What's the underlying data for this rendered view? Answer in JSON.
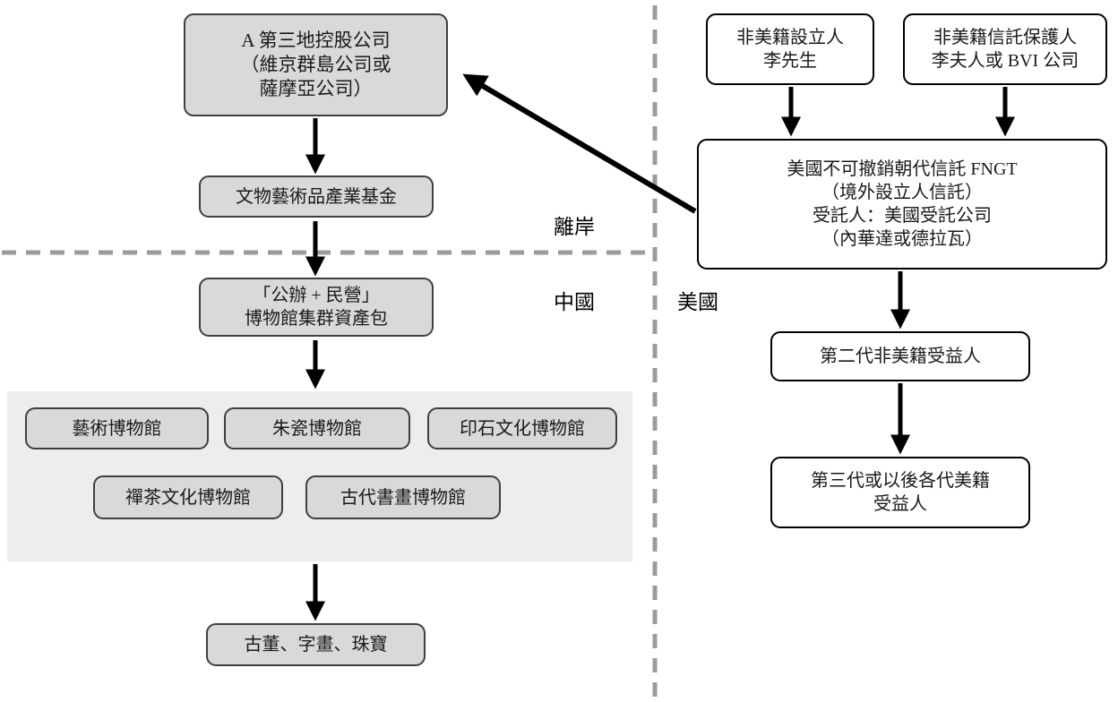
{
  "diagram": {
    "labels": {
      "offshore": "離岸",
      "china": "中國",
      "usa": "美國"
    },
    "left": {
      "holding_company": {
        "line1": "A 第三地控股公司",
        "line2": "（維京群島公司或",
        "line3": "薩摩亞公司）"
      },
      "fund": "文物藝術品產業基金",
      "museum_package": {
        "line1": "「公辦 + 民營」",
        "line2": "博物館集群資產包"
      },
      "museums": [
        "藝術博物館",
        "朱瓷博物館",
        "印石文化博物館",
        "禪茶文化博物館",
        "古代書畫博物館"
      ],
      "assets": "古董、字畫、珠寶"
    },
    "right": {
      "settlor": {
        "line1": "非美籍設立人",
        "line2": "李先生"
      },
      "protector": {
        "line1": "非美籍信託保護人",
        "line2": "李夫人或 BVI 公司"
      },
      "trust": {
        "line1": "美國不可撤銷朝代信託 FNGT",
        "line2": "（境外設立人信託）",
        "line3": "受託人：美國受託公司",
        "line4": "（內華達或德拉瓦）"
      },
      "beneficiary_gen2": "第二代非美籍受益人",
      "beneficiary_gen3": {
        "line1": "第三代或以後各代美籍",
        "line2": "受益人"
      }
    },
    "colors": {
      "left_box_fill": "#d9d9d9",
      "left_box_border": "#3f3f3f",
      "right_box_fill": "#ffffff",
      "right_box_border": "#000000",
      "group_fill": "#ededed",
      "divider": "#9b9b9b",
      "arrow": "#000000"
    }
  }
}
